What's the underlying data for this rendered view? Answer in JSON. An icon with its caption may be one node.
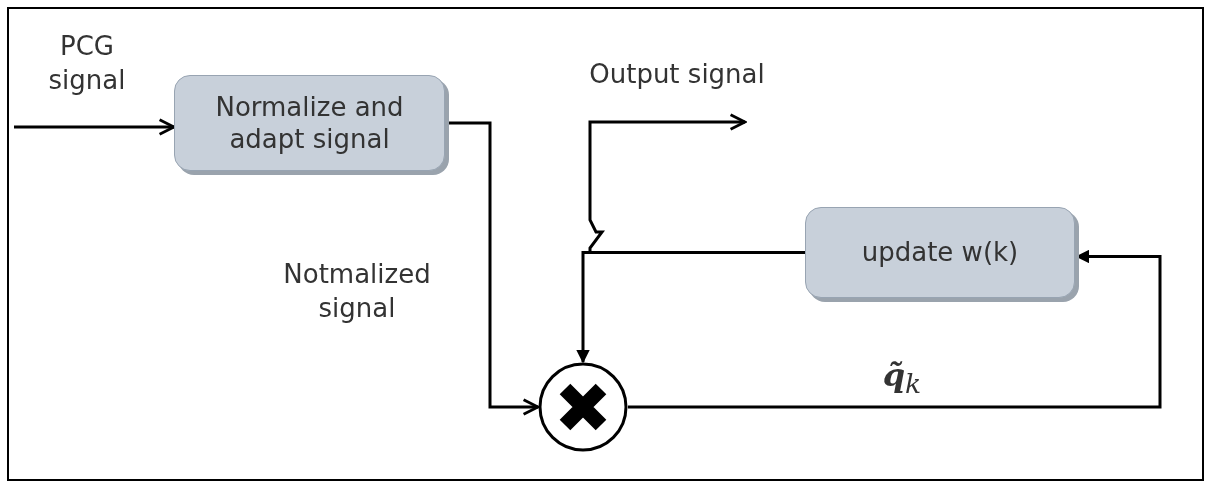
{
  "diagram": {
    "nodes": [
      {
        "text": [
          "Normalize and adapt signal"
        ]
      },
      {
        "text": [
          "update w(k)"
        ]
      },
      {
        "text": [],
        "shape": "circle"
      }
    ],
    "edges": [
      {
        "from": null,
        "to": 0,
        "arrow": "to",
        "label": "PCG signal"
      },
      {
        "from": 0,
        "to": 2,
        "arrow": "to",
        "label": "Notmalized signal"
      },
      {
        "from": 1,
        "to": 2,
        "arrow": "to"
      },
      {
        "from": 1,
        "to": null,
        "arrow": "to",
        "label": "Output signal"
      },
      {
        "from": 2,
        "to": 1,
        "arrow": "to",
        "label": "**q̃**$_{k}$"
      }
    ]
  }
}
